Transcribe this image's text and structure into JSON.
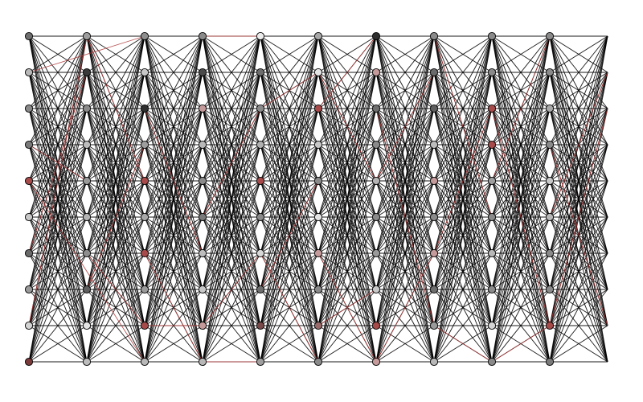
{
  "diagram": {
    "type": "fully-connected-network",
    "layers": 11,
    "nodes_per_layer": 10,
    "colors": {
      "edge": "#000000",
      "highlight_edge": "#b03a3a",
      "node_outline": "#000000"
    },
    "node_fills": [
      [
        "#6e6e6e",
        "#b8b8b8",
        "#8a8a8a",
        "#7a7a7a",
        "#a64a4a",
        "#c8c8c8",
        "#6a6a6a",
        "#9a9a9a",
        "#d4d4d4",
        "#7a3a3a"
      ],
      [
        "#9e9e9e",
        "#3a3a3a",
        "#8a8a8a",
        "#bdbdbd",
        "#9a9a9a",
        "#b4b4b4",
        "#8e8e8e",
        "#5e5e5e",
        "#e4e4e4",
        "#bcbcbc"
      ],
      [
        "#8e8e8e",
        "#c8c8c8",
        "#2e2e2e",
        "#9e9e9e",
        "#a84a4a",
        "#a8a8a8",
        "#a64a4a",
        "#9a9a9a",
        "#a64a4a",
        "#b8b8b8"
      ],
      [
        "#8a8a8a",
        "#4a4a4a",
        "#c49a9a",
        "#b8b8b8",
        "#8a8a8a",
        "#7a7a7a",
        "#bdbdbd",
        "#c8c8c8",
        "#c49a9a",
        "#b8b8b8"
      ],
      [
        "#ececec",
        "#6e6e6e",
        "#8a8a8a",
        "#b0b0b0",
        "#a64a4a",
        "#8a8a8a",
        "#d8d8d8",
        "#6e6e6e",
        "#7a4a4a",
        "#9e9e9e"
      ],
      [
        "#a8a8a8",
        "#e4e4e4",
        "#a64a4a",
        "#c8c8c8",
        "#8a8a8a",
        "#e4e4e4",
        "#c49a9a",
        "#8a8a8a",
        "#9a6a6a",
        "#8a8a8a"
      ],
      [
        "#2e2e2e",
        "#c49a9a",
        "#6e6e6e",
        "#8a8a8a",
        "#b4b4b4",
        "#8a8a8a",
        "#9a9a9a",
        "#c8c8c8",
        "#a64a4a",
        "#c49a9a"
      ],
      [
        "#8a8a8a",
        "#6a6a6a",
        "#5e5e5e",
        "#bdbdbd",
        "#c49a9a",
        "#8a8a8a",
        "#c49a9a",
        "#6e6e6e",
        "#9a9a9a",
        "#b8b8b8"
      ],
      [
        "#8a8a8a",
        "#8a8a8a",
        "#a64a4a",
        "#a64a4a",
        "#9e9e9e",
        "#8a8a8a",
        "#b8b8b8",
        "#8a8a8a",
        "#d4d4d4",
        "#8a8a8a"
      ],
      [
        "#8a8a8a",
        "#8a8a8a",
        "#a8a8a8",
        "#8a8a8a",
        "#c8c8c8",
        "#b8b8b8",
        "#8a8a8a",
        "#8a8a8a",
        "#a64a4a",
        "#7a7a7a"
      ],
      [
        "#ffffff",
        "#ffffff",
        "#ffffff",
        "#ffffff",
        "#ffffff",
        "#ffffff",
        "#ffffff",
        "#ffffff",
        "#ffffff",
        "#ffffff"
      ]
    ],
    "last_layer_node_visible": false,
    "highlight_edges": [
      [
        0,
        1,
        2,
        0
      ],
      [
        0,
        4,
        2,
        9
      ],
      [
        0,
        6,
        1,
        1
      ],
      [
        0,
        8,
        1,
        0
      ],
      [
        0,
        3,
        1,
        4
      ],
      [
        1,
        0,
        2,
        4
      ],
      [
        1,
        6,
        2,
        8
      ],
      [
        1,
        7,
        2,
        3
      ],
      [
        2,
        8,
        3,
        8
      ],
      [
        2,
        6,
        3,
        9
      ],
      [
        2,
        2,
        3,
        6
      ],
      [
        3,
        0,
        4,
        0
      ],
      [
        3,
        8,
        4,
        6
      ],
      [
        3,
        9,
        4,
        9
      ],
      [
        3,
        5,
        4,
        2
      ],
      [
        4,
        7,
        5,
        4
      ],
      [
        4,
        6,
        5,
        9
      ],
      [
        4,
        2,
        5,
        1
      ],
      [
        5,
        2,
        6,
        0
      ],
      [
        5,
        8,
        6,
        7
      ],
      [
        5,
        1,
        6,
        4
      ],
      [
        5,
        6,
        6,
        9
      ],
      [
        6,
        4,
        7,
        1
      ],
      [
        6,
        9,
        7,
        6
      ],
      [
        6,
        2,
        7,
        8
      ],
      [
        7,
        6,
        8,
        2
      ],
      [
        7,
        8,
        8,
        9
      ],
      [
        7,
        0,
        8,
        5
      ],
      [
        8,
        2,
        9,
        8
      ],
      [
        8,
        9,
        9,
        8
      ],
      [
        8,
        4,
        9,
        0
      ],
      [
        9,
        8,
        10,
        2
      ],
      [
        9,
        5,
        10,
        1
      ],
      [
        9,
        3,
        10,
        8
      ]
    ]
  }
}
